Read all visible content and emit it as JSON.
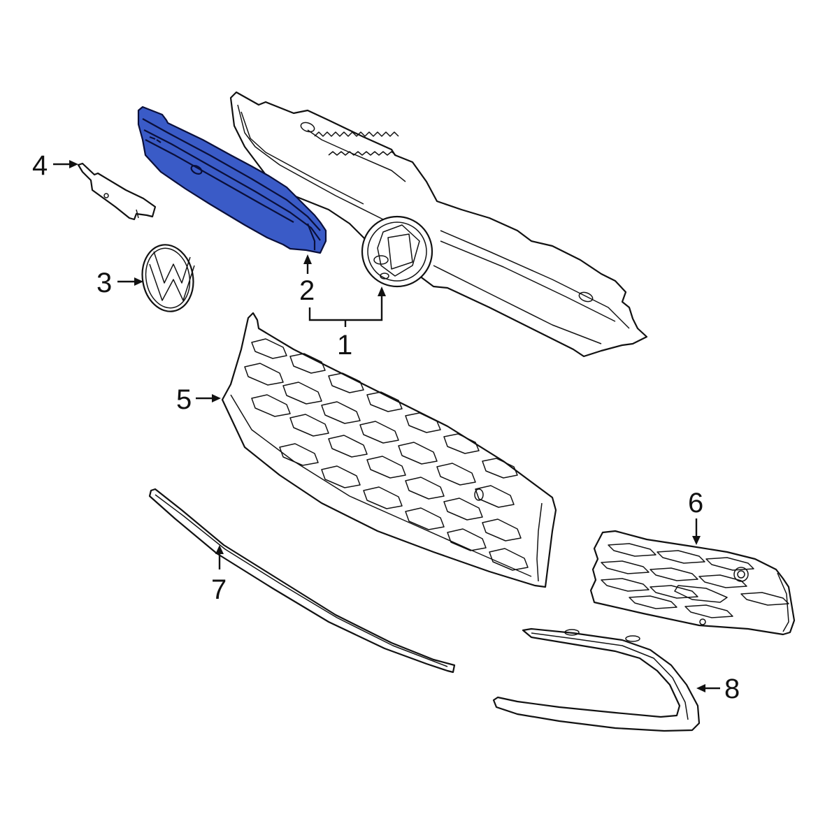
{
  "diagram": {
    "title": "Front Grille Assembly Parts Diagram",
    "highlight_color": "#3A5BC7",
    "line_color": "#111111",
    "background_color": "#FFFFFF",
    "callouts": [
      {
        "id": "1",
        "label": "1",
        "part": "grille-assembly"
      },
      {
        "id": "2",
        "label": "2",
        "part": "grille-upper-reinforcement",
        "highlighted": true
      },
      {
        "id": "3",
        "label": "3",
        "part": "emblem"
      },
      {
        "id": "4",
        "label": "4",
        "part": "emblem-bracket"
      },
      {
        "id": "5",
        "label": "5",
        "part": "lower-grille"
      },
      {
        "id": "6",
        "label": "6",
        "part": "fog-lamp-grille"
      },
      {
        "id": "7",
        "label": "7",
        "part": "lower-molding-strip"
      },
      {
        "id": "8",
        "label": "8",
        "part": "fog-lamp-trim-bezel"
      }
    ]
  }
}
